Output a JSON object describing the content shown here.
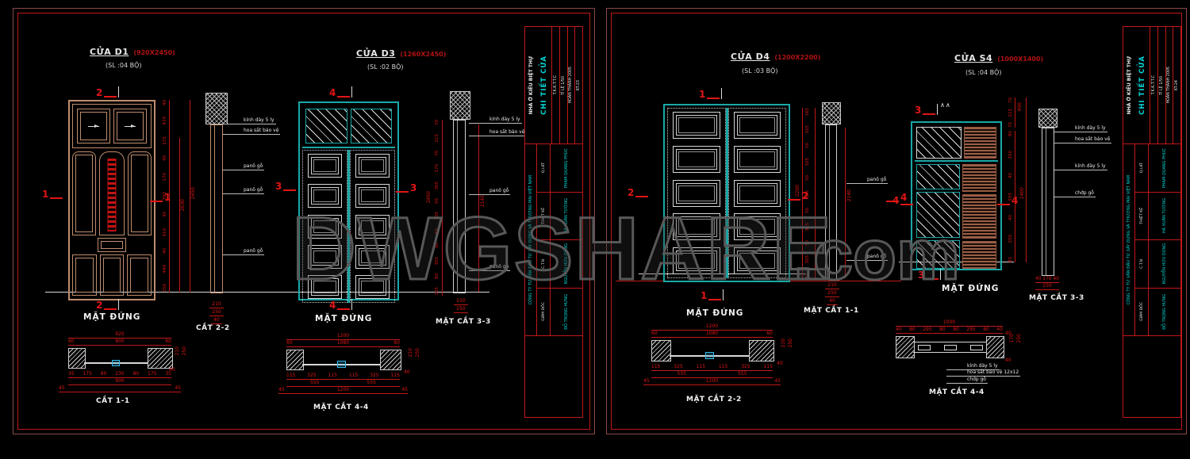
{
  "watermark": {
    "main": "DWGSHARE",
    "suffix": ".com"
  },
  "titleblock_left": {
    "std": "T.K.K.T.T.C",
    "scale": "TỈ LỆ 1/50",
    "finish": "HOÀN THÀNH 2005",
    "sheet_no": "KT-23",
    "project": "NHÀ Ở KIỂU BIỆT THỰ",
    "drawing_title": "CHI TIẾT CỬA",
    "company": "CÔNG TY TƯ VẤN ĐẦU TƯ XÂY DỰNG VÀ THƯƠNG MẠI VIỆT NAM",
    "roles": [
      {
        "label": "Q.LKT",
        "name": "PHẠM QUANG PHÚC"
      },
      {
        "label": "THIẾT KẾ",
        "name": "HÀ XUÂN TƯỜNG"
      },
      {
        "label": "C.T.N",
        "name": "NGUYỄN HỮU DŨNG"
      },
      {
        "label": "GIÁM ĐỐC",
        "name": "ĐỖ TRỌNG HƯNG"
      }
    ]
  },
  "titleblock_right": {
    "std": "T.K.K.T.T.C",
    "scale": "TỈ LỆ 1/50",
    "finish": "HOÀN THÀNH 2005",
    "sheet_no": "KT-24",
    "project": "NHÀ Ở KIỂU BIỆT THỰ",
    "drawing_title": "CHI TIẾT CỬA",
    "company": "CÔNG TY TƯ VẤN ĐẦU TƯ XÂY DỰNG VÀ THƯƠNG MẠI VIỆT NAM",
    "roles": [
      {
        "label": "Q.LKT",
        "name": "PHẠM QUANG PHÚC"
      },
      {
        "label": "THIẾT KẾ",
        "name": "HÀ XUÂN TƯỜNG"
      },
      {
        "label": "C.T.N",
        "name": "NGUYỄN HỮU DŨNG"
      },
      {
        "label": "GIÁM ĐỐC",
        "name": "ĐỖ TRỌNG HƯNG"
      }
    ]
  },
  "left": {
    "d1": {
      "title": "CỬA D1",
      "size": "(920X2450)",
      "qty": "(SL :04 BỘ)",
      "view_label": "MẶT ĐỨNG",
      "marker_top": "2",
      "marker_bottom": "2",
      "marker_left": "1",
      "marker_right": "1",
      "dim_overall": "2450",
      "dim_inner": "2030",
      "dim_segments": [
        "40",
        "470",
        "275",
        "40",
        "170",
        "390",
        "30",
        "910",
        "40",
        "440",
        "150"
      ],
      "section_v": {
        "label": "CẮT 2-2",
        "dims": [
          "210",
          "250",
          "40"
        ],
        "leaders": [
          "kính dày 5 ly",
          "hoa sắt bảo vệ",
          "panô gỗ",
          "panô gỗ",
          "panô gỗ"
        ]
      },
      "plan": {
        "label": "CẮT 1-1",
        "top1": [
          "920"
        ],
        "top2": [
          "60",
          "800",
          "60"
        ],
        "bot1": [
          "35",
          "175",
          "80",
          "230",
          "80",
          "175",
          "35"
        ],
        "bot2": [
          "900"
        ],
        "bot3": [
          "45",
          "45"
        ],
        "side": [
          "210",
          "250",
          "40"
        ]
      }
    },
    "d3": {
      "title": "CỬA D3",
      "size": "(1260X2450)",
      "qty": "(SL :02 BỘ)",
      "view_label": "MẶT ĐỨNG",
      "marker_top": "4",
      "marker_bottom": "4",
      "marker_left": "3",
      "marker_right": "3",
      "section_v": {
        "label": "MẶT CẮT 3-3",
        "dim_overall": "2450",
        "dim_inner": "2145",
        "dim_segments": [
          "70",
          "215",
          "70",
          "170",
          "305",
          "50",
          "305",
          "50",
          "90",
          "305",
          "80",
          "105"
        ],
        "dims": [
          "210",
          "250"
        ],
        "leaders": [
          "kính dày 5 ly",
          "hoa sắt bảo vệ",
          "panô gỗ",
          "panô gỗ"
        ]
      },
      "plan": {
        "label": "MẶT CẮT 4-4",
        "top1": [
          "1200"
        ],
        "top2": [
          "60",
          "1080",
          "60"
        ],
        "bot1": [
          "115",
          "325",
          "115",
          "115",
          "325",
          "115"
        ],
        "bot2": [
          "555",
          "555"
        ],
        "bot3": [
          "45",
          "1200",
          "45"
        ],
        "side": [
          "210",
          "250",
          "40"
        ]
      }
    }
  },
  "right": {
    "d4": {
      "title": "CỬA D4",
      "size": "(1200X2200)",
      "qty": "(SL :03 BỘ)",
      "view_label": "MẶT ĐỨNG",
      "marker_top": "1",
      "marker_bottom": "1",
      "marker_left": "2",
      "marker_right": "2",
      "dim_overall": "2200",
      "dim_inner": "2140",
      "dim_segments": [
        "165",
        "325",
        "50",
        "325",
        "50",
        "325",
        "50",
        "325",
        "50",
        "325",
        "55"
      ],
      "section_v": {
        "label": "MẶT CẮT 1-1",
        "marker": "4",
        "dims": [
          "210",
          "250",
          "40"
        ],
        "leaders": [
          "panô gỗ",
          "panô gỗ"
        ]
      },
      "plan": {
        "label": "MẶT CẮT 2-2",
        "top1": [
          "1200"
        ],
        "top2": [
          "60",
          "1080",
          "60"
        ],
        "bot1": [
          "115",
          "325",
          "115",
          "115",
          "325",
          "115"
        ],
        "bot2": [
          "555",
          "555"
        ],
        "bot3": [
          "45",
          "1200",
          "45"
        ],
        "side": [
          "210",
          "250",
          "40"
        ]
      }
    },
    "s4": {
      "title": "CỬA S4",
      "size": "(1000X1400)",
      "qty": "(SL :04 BỘ)",
      "view_label": "MẶT ĐỨNG",
      "glazing_mark": "∧∧",
      "marker_top": "3",
      "marker_bottom": "3",
      "marker_left": "4",
      "marker_right": "4",
      "dim_top": "400",
      "dim_top_segments": [
        "70",
        "215",
        "70"
      ],
      "dim_overall": "1400",
      "dim_segments": [
        "80",
        "250",
        "40",
        "555",
        "40",
        "250",
        "80"
      ],
      "section_v": {
        "label": "MẶT CẮT 3-3",
        "dims_bottom": [
          "40",
          "170",
          "40",
          "250"
        ],
        "leaders": [
          "kính dày 5 ly",
          "hoa sắt bảo vệ",
          "kính dày 5 ly",
          "chớp gỗ"
        ]
      },
      "plan": {
        "label": "MẶT CẮT 4-4",
        "top1": [
          "1000"
        ],
        "top2": [
          "40",
          "80",
          "295",
          "80",
          "80",
          "295",
          "80",
          "40"
        ],
        "side": [
          "170",
          "250",
          "40",
          "40"
        ],
        "leaders": [
          "kính dày 5 ly",
          "hoa sắt bảo vệ 12x12",
          "chớp gỗ"
        ]
      }
    }
  }
}
